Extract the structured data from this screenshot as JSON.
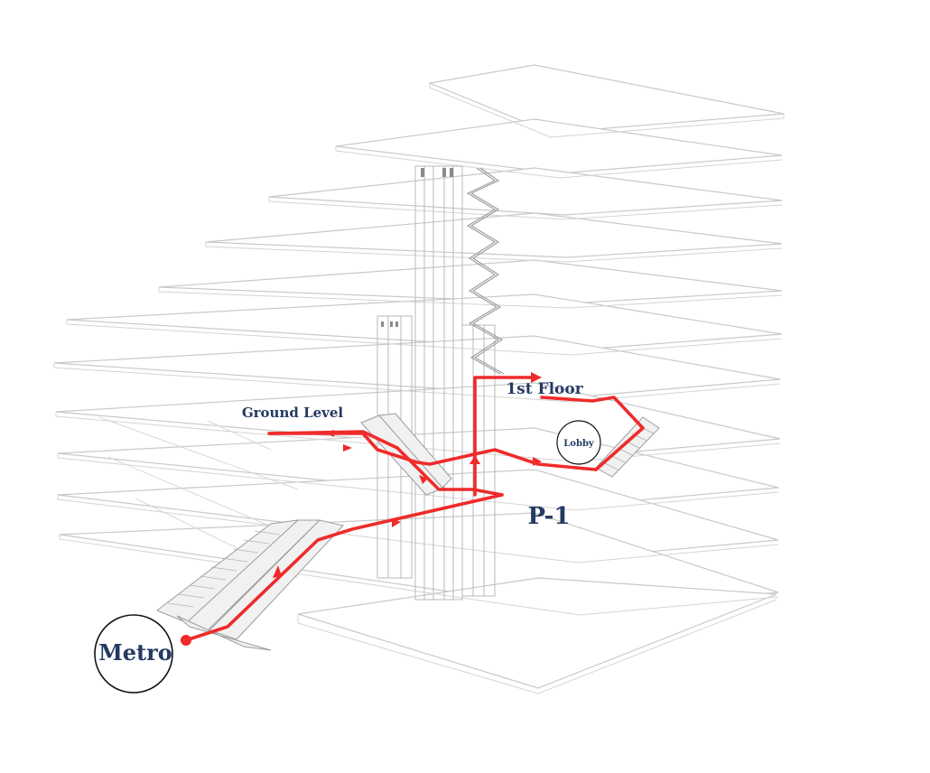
{
  "labels": {
    "metro": "Metro",
    "p1": "P-1",
    "ground_level": "Ground Level",
    "first_floor": "1st Floor",
    "lobby": "Lobby"
  },
  "colors": {
    "route": "#ef2b2b",
    "label_text": "#243a63",
    "structure": "#cfcfcf"
  }
}
